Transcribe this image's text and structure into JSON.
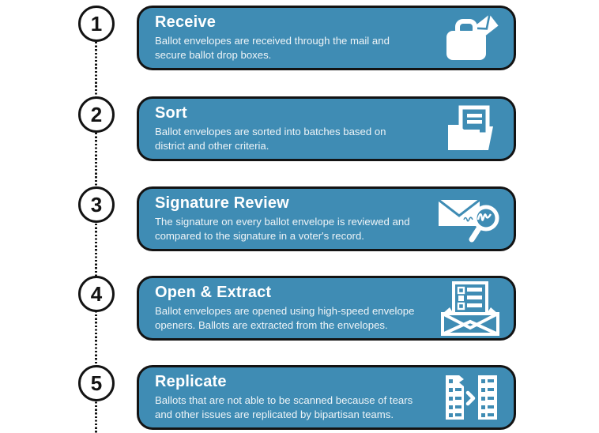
{
  "theme": {
    "card_color": "#3f8cb4",
    "outline_color": "#131313",
    "text_color": "#ffffff"
  },
  "steps": [
    {
      "number": "1",
      "title": "Receive",
      "description_line1": "Ballot envelopes are received through the mail and",
      "description_line2": "secure ballot drop boxes.",
      "icon": "mail-bag-icon"
    },
    {
      "number": "2",
      "title": "Sort",
      "description_line1": "Ballot envelopes are sorted into batches based on",
      "description_line2": "district and other criteria.",
      "icon": "folder-icon"
    },
    {
      "number": "3",
      "title": "Signature Review",
      "description_line1": "The signature on every ballot envelope is reviewed and",
      "description_line2": "compared to the signature in a voter's record.",
      "icon": "signature-magnifier-icon"
    },
    {
      "number": "4",
      "title": "Open & Extract",
      "description_line1": "Ballot envelopes are opened using high-speed envelope",
      "description_line2": "openers. Ballots are extracted from the envelopes.",
      "icon": "open-envelope-ballot-icon"
    },
    {
      "number": "5",
      "title": "Replicate",
      "description_line1": "Ballots that are not able to be scanned because of tears",
      "description_line2": "and other issues are replicated by bipartisan teams.",
      "icon": "duplicate-ballots-icon"
    }
  ]
}
